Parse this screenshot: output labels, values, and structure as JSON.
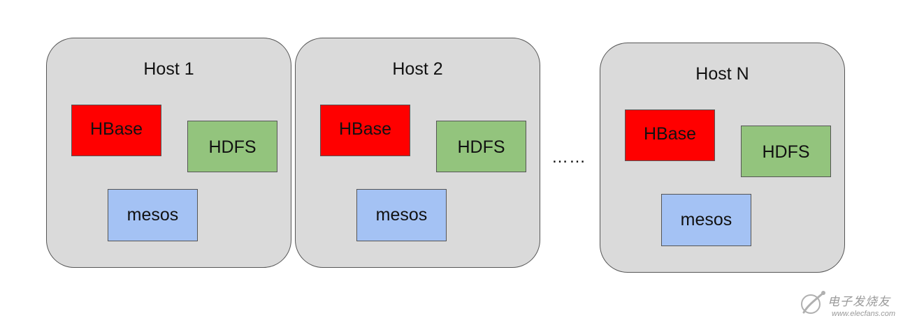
{
  "hosts": [
    {
      "title": "Host 1",
      "components": {
        "hbase": "HBase",
        "hdfs": "HDFS",
        "mesos": "mesos"
      }
    },
    {
      "title": "Host 2",
      "components": {
        "hbase": "HBase",
        "hdfs": "HDFS",
        "mesos": "mesos"
      }
    },
    {
      "title": "Host N",
      "components": {
        "hbase": "HBase",
        "hdfs": "HDFS",
        "mesos": "mesos"
      }
    }
  ],
  "ellipsis": "……",
  "watermark": {
    "name": "电子发烧友",
    "url": "www.elecfans.com"
  },
  "colors": {
    "host_background": "#dadada",
    "hbase": "#ff0000",
    "hdfs": "#93c47d",
    "mesos": "#a4c2f4",
    "border": "#555555"
  }
}
